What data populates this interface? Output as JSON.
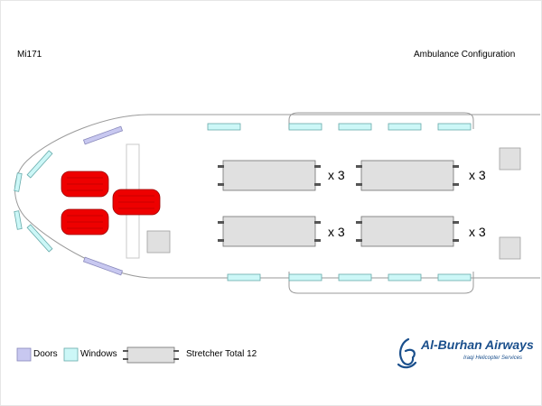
{
  "header": {
    "aircraft": "Mi171",
    "configuration": "Ambulance Configuration"
  },
  "cabin": {
    "stretcher_groups": [
      {
        "multiplier": "x 3"
      },
      {
        "multiplier": "x 3"
      },
      {
        "multiplier": "x 3"
      },
      {
        "multiplier": "x 3"
      }
    ]
  },
  "legend": {
    "doors_label": "Doors",
    "windows_label": "Windows",
    "stretcher_label": "Stretcher Total 12"
  },
  "logo": {
    "name": "Al-Burhan Airways",
    "tagline": "Iraqi Helicopter Services"
  },
  "colors": {
    "door": "#c8c8f0",
    "window": "#ccf7f7",
    "seat": "#ee0000",
    "stretcher": "#e0e0e0",
    "brand": "#1a4f8c"
  }
}
